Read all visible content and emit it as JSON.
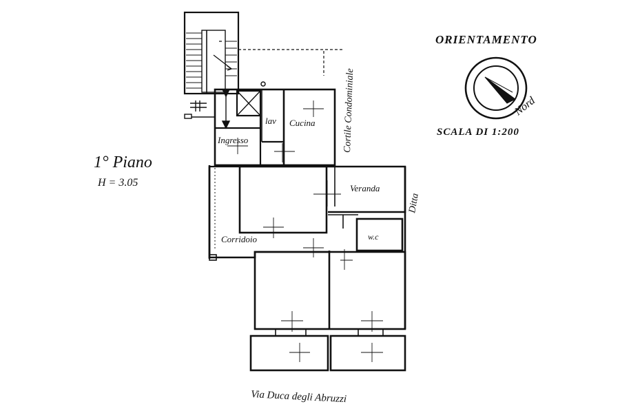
{
  "floor": {
    "title": "1° Piano",
    "height": "H = 3.05"
  },
  "orientation": {
    "title": "ORIENTAMENTO",
    "north_label": "Nord"
  },
  "scale": {
    "label": "SCALA DI 1:200"
  },
  "rooms": {
    "ingresso": "Ingresso",
    "lav": "lav",
    "cucina": "Cucina",
    "veranda": "Veranda",
    "corridoio": "Corridoio",
    "wc": "w.c"
  },
  "exterior": {
    "cortile": "Cortile Condominiale",
    "ditta": "Ditta",
    "street": "Via Duca degli Abruzzi"
  },
  "icons": {
    "compass": "compass-icon",
    "stairs": "staircase-icon",
    "lift": "lift-icon"
  }
}
